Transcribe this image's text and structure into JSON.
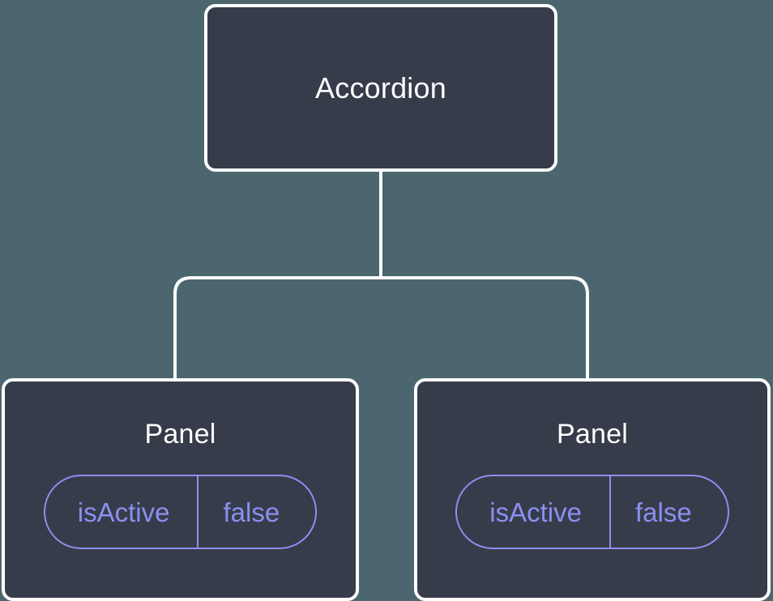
{
  "diagram": {
    "type": "component-tree",
    "background_color": "#4b666f",
    "node_fill_color": "#373c4b",
    "node_border_color": "#ffffff",
    "node_label_color": "#ffffff",
    "prop_accent_color": "#8b8ff0",
    "connector_color": "#ffffff"
  },
  "root": {
    "label": "Accordion"
  },
  "children": [
    {
      "label": "Panel",
      "prop": {
        "key": "isActive",
        "value": "false"
      }
    },
    {
      "label": "Panel",
      "prop": {
        "key": "isActive",
        "value": "false"
      }
    }
  ]
}
